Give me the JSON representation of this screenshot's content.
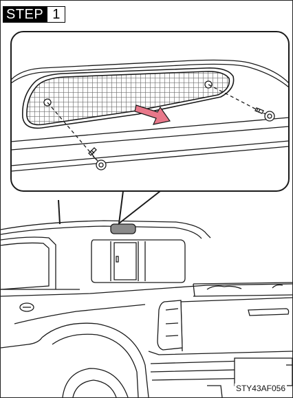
{
  "step": {
    "label": "STEP",
    "number": "1"
  },
  "figure": {
    "reference_code": "STY43AF056"
  },
  "colors": {
    "arrow": "#e8788a",
    "line": "#1a1a1a",
    "mesh": "#7f7f7f"
  }
}
